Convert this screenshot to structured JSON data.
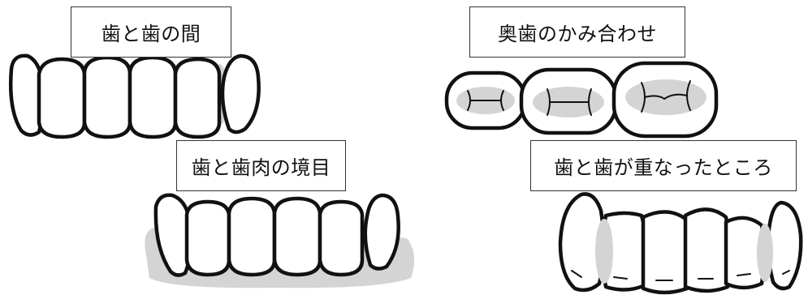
{
  "labels": {
    "between_teeth": "歯と歯の間",
    "tooth_gum_border": "歯と歯肉の境目",
    "molar_bite": "奥歯のかみ合わせ",
    "overlapping_teeth": "歯と歯が重なったところ"
  },
  "colors": {
    "outline": "#111111",
    "highlight": "#d4d4d4",
    "label_border": "#333333"
  }
}
